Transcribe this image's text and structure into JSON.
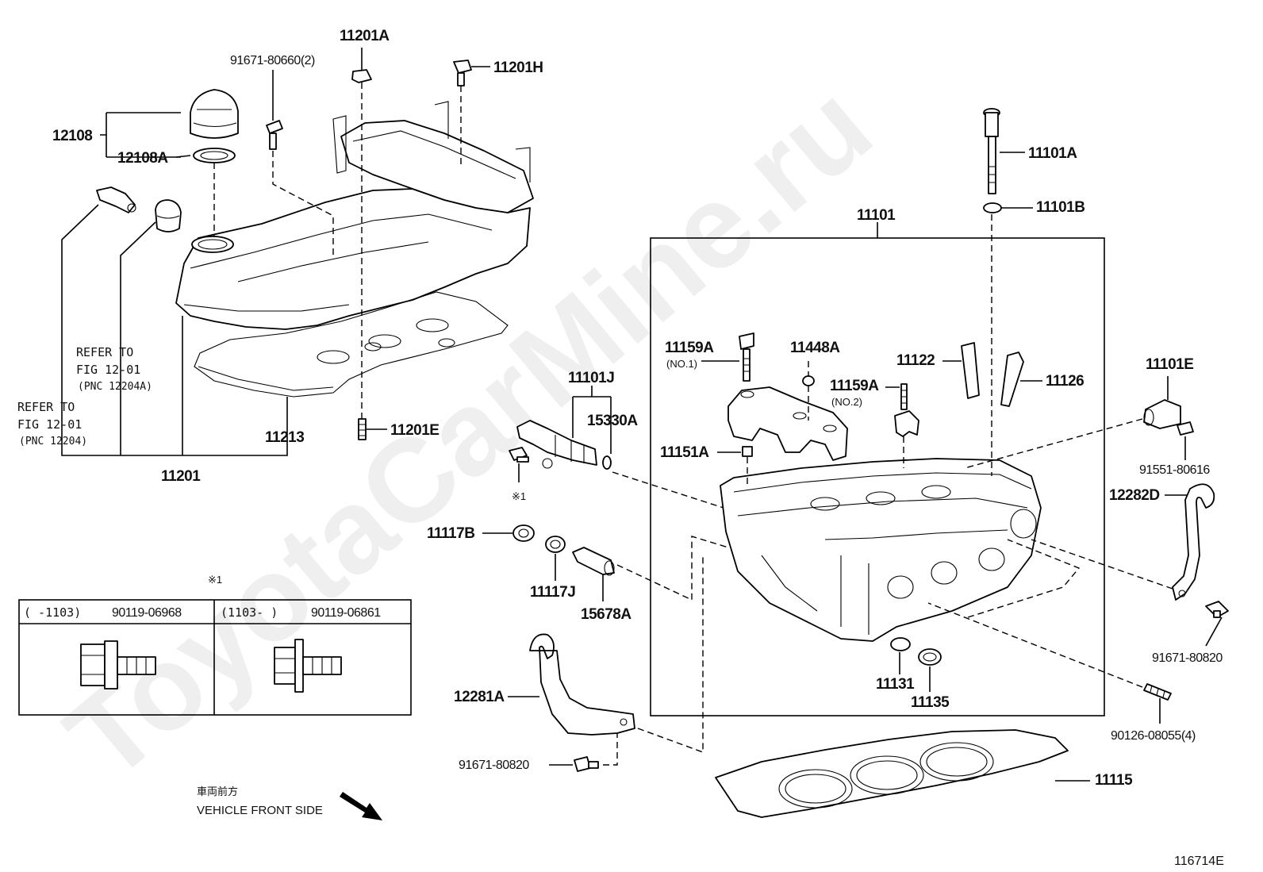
{
  "watermark": "ToyotaCarMine.ru",
  "figure_id": "116714E",
  "labels": {
    "p12108": "12108",
    "p12108A": "12108A",
    "p91671_80660": "91671-80660(2)",
    "p11201A": "11201A",
    "p11201H": "11201H",
    "p11201E": "11201E",
    "p11201": "11201",
    "p11213": "11213",
    "p11101A": "11101A",
    "p11101B": "11101B",
    "p11101": "11101",
    "p11159A_1": "11159A",
    "p11159A_1_sub": "(NO.1)",
    "p11448A": "11448A",
    "p11122": "11122",
    "p11126": "11126",
    "p11159A_2": "11159A",
    "p11159A_2_sub": "(NO.2)",
    "p11151A": "11151A",
    "p11101J": "11101J",
    "p15330A": "15330A",
    "p11101E": "11101E",
    "p91551_80616": "91551-80616",
    "p12282D": "12282D",
    "p91671_80820_r": "91671-80820",
    "p90126_08055": "90126-08055(4)",
    "p11117B": "11117B",
    "p11117J": "11117J",
    "p15678A": "15678A",
    "p11131": "11131",
    "p11135": "11135",
    "p12281A": "12281A",
    "p91671_80820_l": "91671-80820",
    "p11115": "11115",
    "note_mark": "※1",
    "note_mark2": "※1"
  },
  "refer": {
    "a_line1": "REFER TO",
    "a_line2": "FIG 12-01",
    "a_line3": "(PNC 12204A)",
    "b_line1": "REFER TO",
    "b_line2": "FIG 12-01",
    "b_line3": "(PNC 12204)"
  },
  "bolt_table": {
    "col1_range": "(        -1103)",
    "col1_part": "90119-06968",
    "col2_range": "(1103-        )",
    "col2_part": "90119-06861"
  },
  "direction": {
    "jp": "車両前方",
    "en": "VEHICLE FRONT SIDE"
  }
}
